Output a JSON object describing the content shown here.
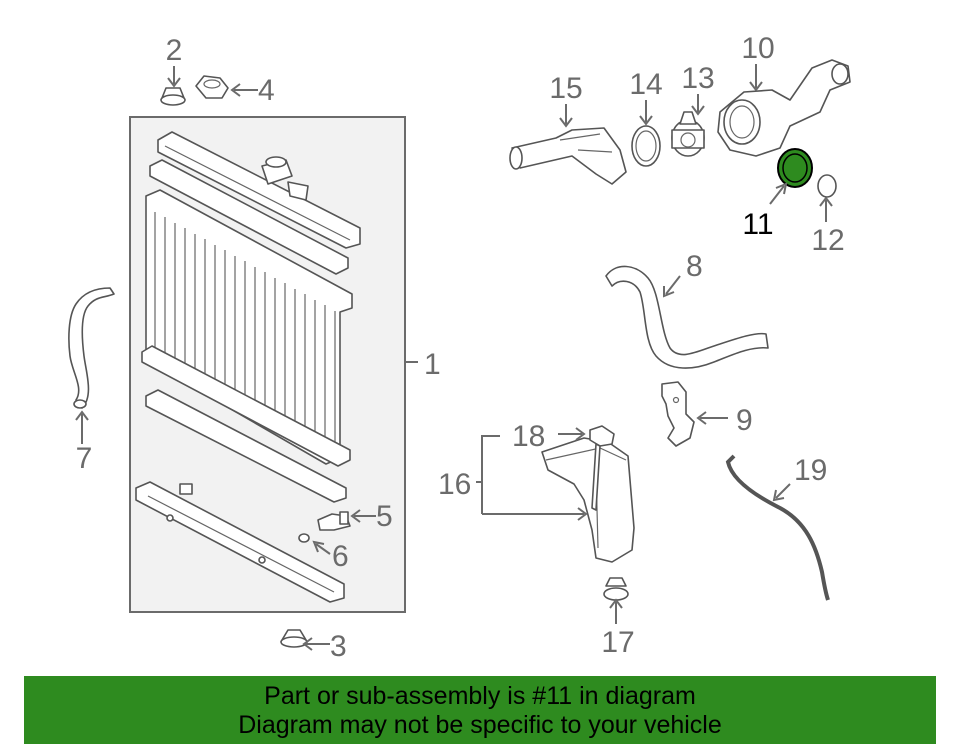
{
  "diagram": {
    "callouts": {
      "c1": "1",
      "c2": "2",
      "c3": "3",
      "c4": "4",
      "c5": "5",
      "c6": "6",
      "c7": "7",
      "c8": "8",
      "c9": "9",
      "c10": "10",
      "c11": "11",
      "c12": "12",
      "c13": "13",
      "c14": "14",
      "c15": "15",
      "c16": "16",
      "c17": "17",
      "c18": "18",
      "c19": "19"
    },
    "highlighted_part": "11",
    "highlight_color": "#2e8b1f",
    "frame_color": "#f2f2f2"
  },
  "banner": {
    "line1": "Part or sub-assembly is #11 in diagram",
    "line2": "Diagram may not be specific to your vehicle",
    "color": "#2e8b1f"
  }
}
